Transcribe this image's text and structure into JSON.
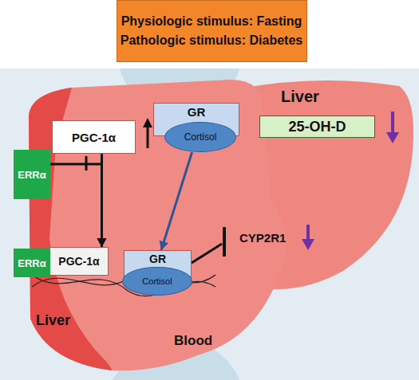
{
  "diagram": {
    "nodes": [
      {
        "text": [
          "Physiologic stimulus: Fasting",
          "Pathologic stimulus: Diabetes"
        ]
      },
      {
        "text": [
          "PGC-1α"
        ]
      },
      {
        "text": [
          "GR"
        ]
      },
      {
        "text": [
          "Cortisol"
        ],
        "in": 2
      },
      {
        "text": [
          "ERRα"
        ]
      },
      {
        "text": [
          "PGC-1α"
        ]
      },
      {
        "text": [
          "GR"
        ]
      },
      {
        "text": [
          "Cortisol"
        ],
        "in": 6
      },
      {
        "text": [
          "ERRα"
        ]
      },
      {
        "text": [
          "25-OH-D"
        ]
      }
    ],
    "edges": [
      {
        "from": 1,
        "to": 5,
        "arrow": "to"
      },
      {
        "from": 2,
        "to": 6,
        "arrow": "to"
      },
      {
        "from": 4,
        "to": 5,
        "arrow": "to"
      }
    ],
    "labels": [
      "Liver",
      "CYP2R1",
      "Liver",
      "Blood"
    ]
  }
}
